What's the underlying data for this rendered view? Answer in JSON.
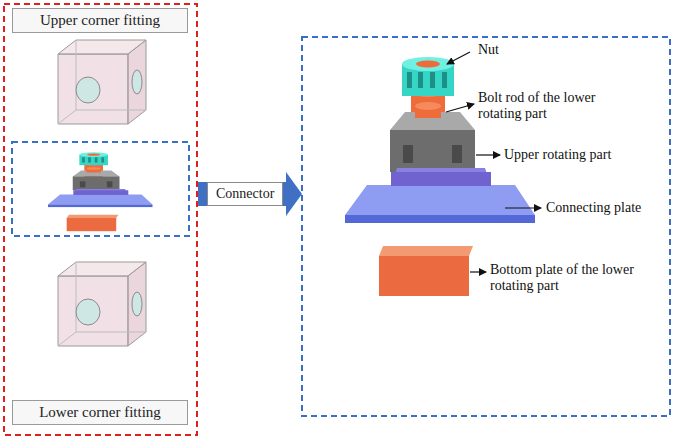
{
  "diagram": {
    "nodes": [
      {
        "text": [
          "Upper corner fitting"
        ]
      },
      {
        "text": [
          "Lower corner fitting"
        ]
      },
      {
        "text": [
          "Connector"
        ]
      }
    ],
    "labels": [
      "Nut",
      "Bolt rod of the lower rotating part",
      "Upper rotating part",
      "Connecting plate",
      "Bottom plate of the lower rotating part"
    ]
  }
}
